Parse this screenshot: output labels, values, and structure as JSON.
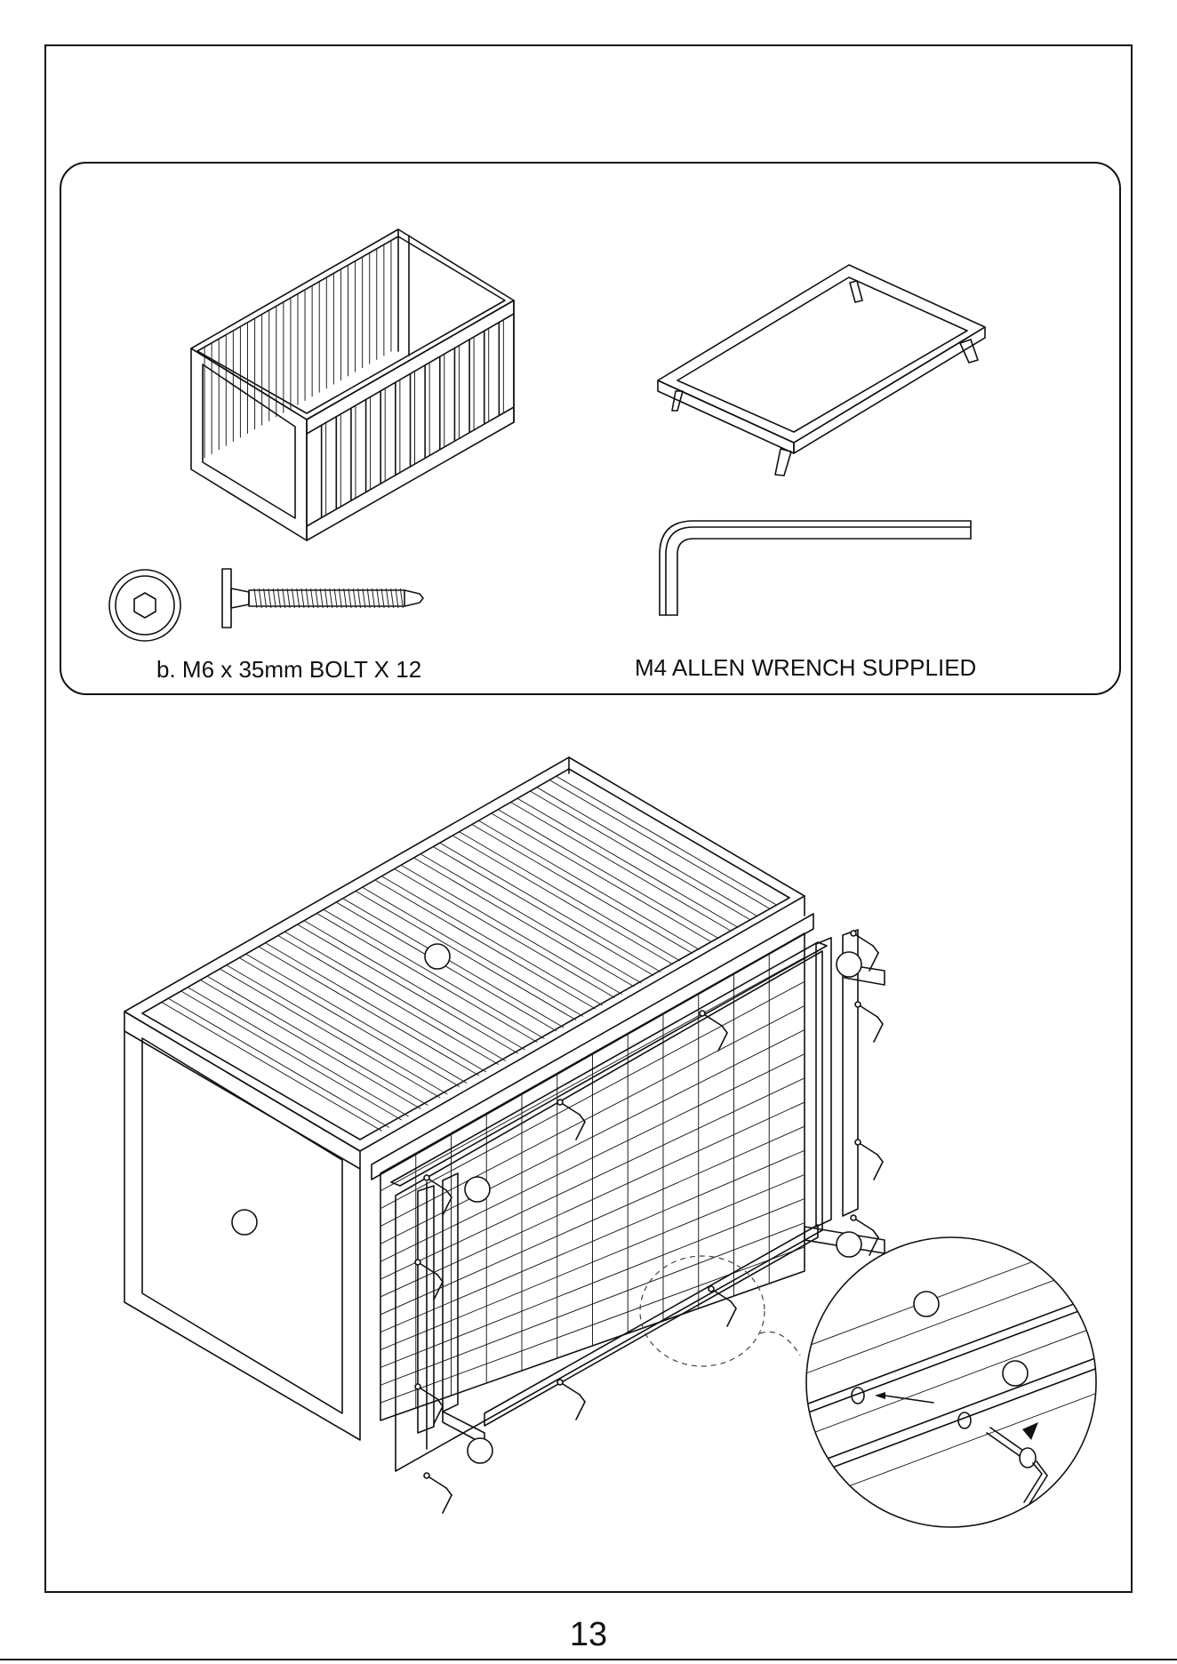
{
  "parts": {
    "bolt_label": "b. M6 x 35mm BOLT X 12",
    "wrench_label": "M4 ALLEN WRENCH SUPPLIED"
  },
  "page": {
    "number": "13"
  },
  "icons": {
    "crib": "crib-illustration",
    "frame": "bed-frame-illustration",
    "bolt": "bolt-icon",
    "wrench": "allen-wrench-icon",
    "assembly": "assembly-diagram",
    "detail": "detail-magnifier"
  }
}
